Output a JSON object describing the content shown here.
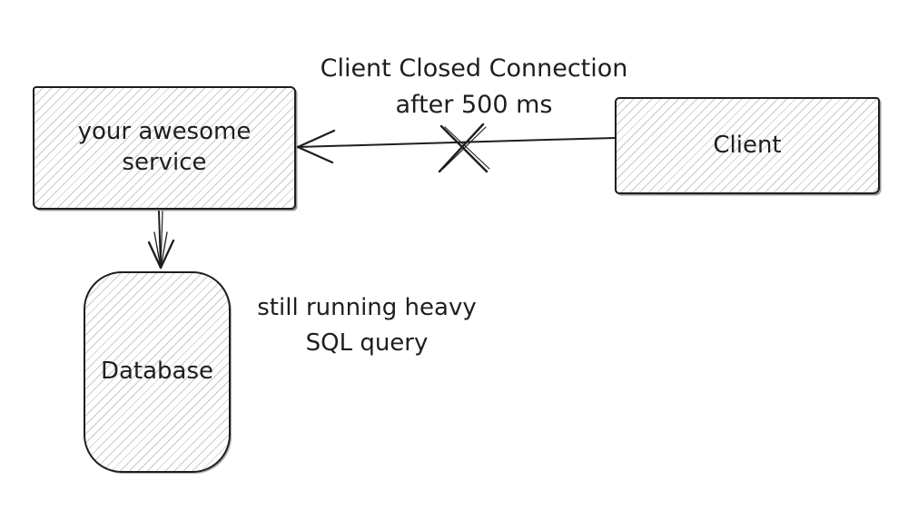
{
  "nodes": {
    "service": {
      "label": "your awesome service"
    },
    "client": {
      "label": "Client"
    },
    "database": {
      "label": "Database"
    }
  },
  "edges": {
    "client_to_service": {
      "from": "client",
      "to": "service",
      "broken": true,
      "label_line1": "Client Closed Connection",
      "label_line2": "after 500 ms"
    },
    "service_to_database": {
      "from": "service",
      "to": "database",
      "broken": false
    }
  },
  "annotations": {
    "db_note_line1": "still running heavy",
    "db_note_line2": "SQL query"
  },
  "colors": {
    "stroke": "#1e1e1e",
    "hatch": "#c9c9c9",
    "background": "#ffffff"
  }
}
